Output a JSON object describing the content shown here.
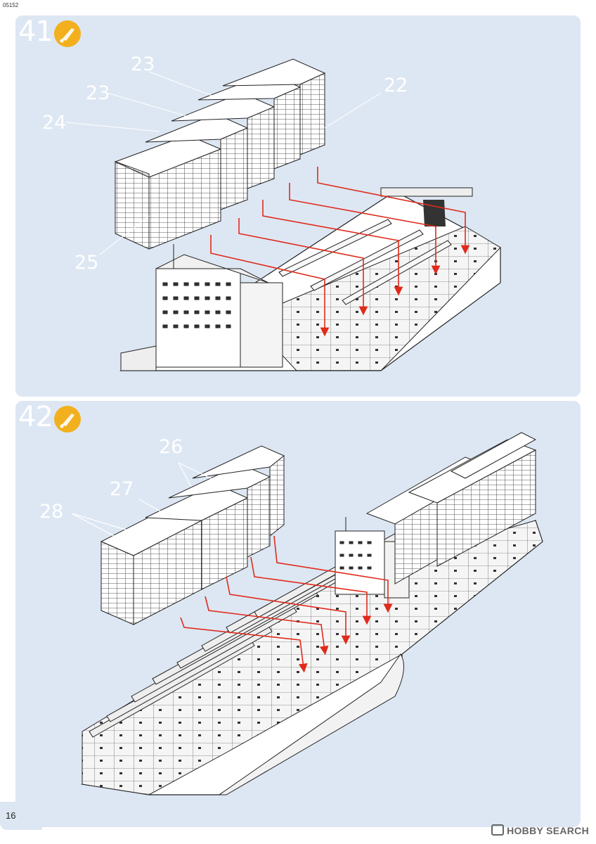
{
  "document": {
    "code": "05152",
    "page_number": "16"
  },
  "steps": [
    {
      "number": "41",
      "icon": "glue-icon",
      "labels": {
        "l23a": "23",
        "l23b": "23",
        "l24": "24",
        "l22": "22",
        "l25": "25"
      }
    },
    {
      "number": "42",
      "icon": "glue-icon",
      "labels": {
        "l26": "26",
        "l27": "27",
        "l28": "28"
      }
    }
  ],
  "watermark": {
    "text": "HOBBY SEARCH"
  },
  "colors": {
    "panel": "#dde7f3",
    "arrow": "#e02a1b",
    "glue_icon": "#f2b01e",
    "label": "#ffffff"
  }
}
